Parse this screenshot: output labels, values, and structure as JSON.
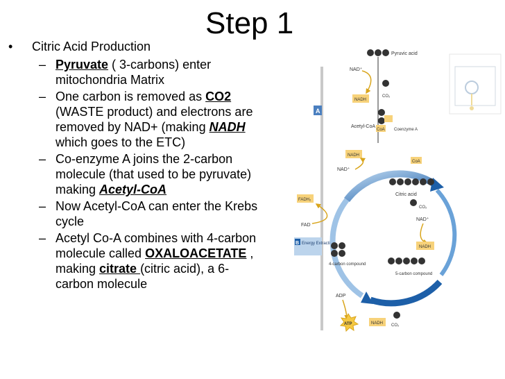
{
  "slide": {
    "title": "Step 1"
  },
  "bullets": {
    "main": "Citric Acid Production",
    "b1": {
      "k": "Pyruvate",
      "t": " ( 3-carbons) enter mitochondria Matrix"
    },
    "b2": {
      "t1": "One carbon is removed as ",
      "k1": "CO2",
      "t2": " (WASTE product) and electrons are removed by NAD+ (making ",
      "k2": "NADH",
      "t3": " which goes to the ETC)"
    },
    "b3": {
      "t": "Co-enzyme A joins the 2-carbon molecule (that used to be pyruvate) making ",
      "k": "Acetyl-CoA"
    },
    "b4": {
      "t": "Now Acetyl-CoA can enter the Krebs cycle"
    },
    "b5": {
      "t1": "Acetyl Co-A combines with 4-carbon molecule called ",
      "k1": "OXALOACETATE",
      "t2": " , making ",
      "k2": "citrate ",
      "t3": "(citric acid), a 6-carbon molecule"
    }
  },
  "diagram": {
    "labels": {
      "pyruvic_acid": "Pyruvic acid",
      "nad_1": "NAD⁺",
      "nadh_1": "NADH",
      "co2_1": "CO₂",
      "acetyl_coa": "Acetyl-CoA",
      "coa_1": "CoA",
      "coenzyme_a": "Coenzyme A",
      "nadh_2": "NADH",
      "nad_2": "NAD⁺",
      "coa_2": "CoA",
      "citric_acid": "Citric acid",
      "fadh2": "FADH₂",
      "co2_2": "CO₂",
      "nad_3": "NAD⁺",
      "fad": "FAD",
      "nadh_3": "NADH",
      "four_carbon": "4-carbon compound",
      "five_carbon": "5-carbon compound",
      "adp": "ADP",
      "atp": "ATP",
      "nadh_4": "NADH",
      "co2_3": "CO₂",
      "section_a": "A",
      "section_b": "B",
      "energy_extraction": "Energy Extraction"
    }
  }
}
